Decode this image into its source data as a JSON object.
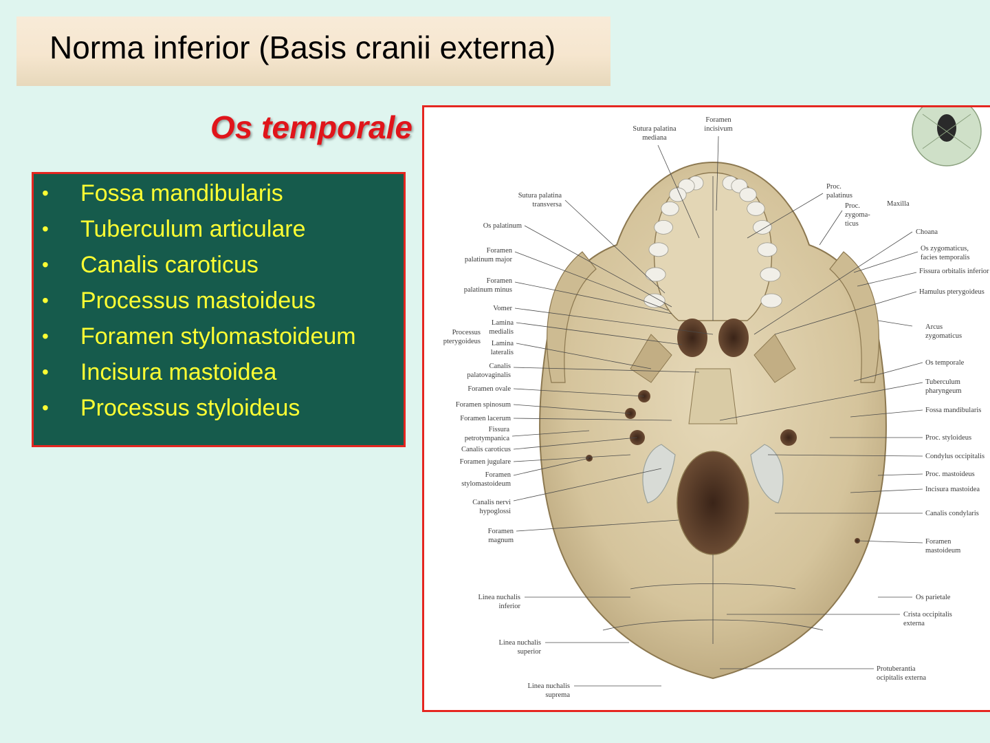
{
  "header": {
    "title": "Norma inferior (Basis cranii externa)"
  },
  "subtitle": "Os temporale",
  "bullet_symbol": "•",
  "bullets": [
    "Fossa mandibularis",
    "Tuberculum articulare",
    "Canalis caroticus",
    "Processus mastoideus",
    "Foramen stylomastoideum",
    "Incisura mastoidea",
    "Processus styloideus"
  ],
  "figure": {
    "icons": [
      "skull-base-illustration",
      "skull-thumbnail-icon"
    ],
    "colors": {
      "bone": "#d9c9a4",
      "bone_shadow": "#a8946a",
      "cartilage": "#d6d8d2",
      "frame": "#e52620"
    },
    "labels": {
      "sutura_palatina_mediana": [
        "Sutura palatina",
        "mediana"
      ],
      "foramen_incisivum": [
        "Foramen",
        "incisivum"
      ],
      "sutura_palatina_transversa": [
        "Sutura palatina",
        "transversa"
      ],
      "os_palatinum": [
        "Os palatinum"
      ],
      "foramen_palatinum_major": [
        "Foramen",
        "palatinum major"
      ],
      "foramen_palatinum_minus": [
        "Foramen",
        "palatinum minus"
      ],
      "vomer": [
        "Vomer"
      ],
      "lamina_medialis": [
        "Lamina",
        "medialis"
      ],
      "processus_pterygoideus": [
        "Processus",
        "pterygoideus"
      ],
      "lamina_lateralis": [
        "Lamina",
        "lateralis"
      ],
      "canalis_palatovaginalis": [
        "Canalis",
        "palatovaginalis"
      ],
      "foramen_ovale": [
        "Foramen ovale"
      ],
      "foramen_spinosum": [
        "Foramen spinosum"
      ],
      "foramen_lacerum": [
        "Foramen lacerum"
      ],
      "fissura_petrotympanica": [
        "Fissura",
        "petrotympanica"
      ],
      "canalis_caroticus": [
        "Canalis caroticus"
      ],
      "foramen_jugulare": [
        "Foramen jugulare"
      ],
      "foramen_stylomastoideum": [
        "Foramen",
        "stylomastoideum"
      ],
      "canalis_nervi_hypoglossi": [
        "Canalis nervi",
        "hypoglossi"
      ],
      "foramen_magnum": [
        "Foramen",
        "magnum"
      ],
      "linea_nuchalis_inferior": [
        "Linea nuchalis",
        "inferior"
      ],
      "linea_nuchalis_superior": [
        "Linea nuchalis",
        "superior"
      ],
      "linea_nuchalis_suprema": [
        "Linea nuchalis",
        "suprema"
      ],
      "proc_palatinus": [
        "Proc.",
        "palatinus"
      ],
      "proc_zygomaticus": [
        "Proc.",
        "zygoma-",
        "ticus"
      ],
      "maxilla": [
        "Maxilla"
      ],
      "choana": [
        "Choana"
      ],
      "os_zygomaticus": [
        "Os zygomaticus,",
        "facies temporalis"
      ],
      "fissura_orbitalis": [
        "Fissura orbitalis inferior"
      ],
      "hamulus_pterygoideus": [
        "Hamulus pterygoideus"
      ],
      "arcus_zygomaticus": [
        "Arcus",
        "zygomaticus"
      ],
      "os_temporale": [
        "Os temporale"
      ],
      "tuberculum_pharyngeum": [
        "Tuberculum",
        "pharyngeum"
      ],
      "fossa_mandibularis": [
        "Fossa mandibularis"
      ],
      "proc_styloideus": [
        "Proc. styloideus"
      ],
      "condylus_occipitalis": [
        "Condylus occipitalis"
      ],
      "proc_mastoideus": [
        "Proc. mastoideus"
      ],
      "incisura_mastoidea": [
        "Incisura mastoidea"
      ],
      "canalis_condylaris": [
        "Canalis condylaris"
      ],
      "foramen_mastoideum": [
        "Foramen",
        "mastoideum"
      ],
      "os_parietale": [
        "Os parietale"
      ],
      "crista_occipitalis_externa": [
        "Crista  occipitalis",
        "externa"
      ],
      "protuberantia_occipitalis_externa": [
        "Protuberantia",
        "ocipitalis externa"
      ]
    }
  }
}
